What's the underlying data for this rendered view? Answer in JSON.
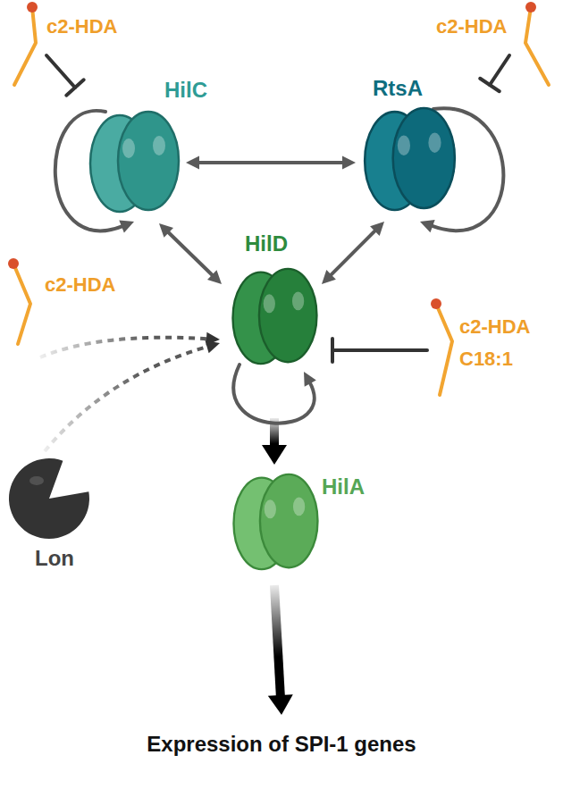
{
  "diagram": {
    "nodes": [
      {
        "text": [
          "c2-HDA"
        ]
      },
      {
        "text": [
          "HilC"
        ]
      },
      {
        "text": [
          "RtsA"
        ]
      },
      {
        "text": [
          "c2-HDA"
        ]
      },
      {
        "text": [
          "c2-HDA"
        ]
      },
      {
        "text": [
          "HilD"
        ]
      },
      {
        "text": [
          "c2-HDA",
          "C18:1"
        ]
      },
      {
        "text": [
          "Lon"
        ]
      },
      {
        "text": [
          "HilA"
        ]
      },
      {
        "text": [
          "Expression of SPI-1 genes"
        ]
      }
    ],
    "edges": [
      {
        "from": 0,
        "to": 1,
        "arrow": "to"
      },
      {
        "from": 3,
        "to": 2,
        "arrow": "to"
      },
      {
        "from": 1,
        "to": 2,
        "arrow": "both"
      },
      {
        "from": 1,
        "to": 5,
        "arrow": "both"
      },
      {
        "from": 2,
        "to": 5,
        "arrow": "both"
      },
      {
        "from": 4,
        "to": 5,
        "arrow": "to"
      },
      {
        "from": 7,
        "to": 5,
        "arrow": "to"
      },
      {
        "from": 6,
        "to": 5,
        "arrow": "to"
      },
      {
        "from": 5,
        "to": 8,
        "arrow": "to"
      },
      {
        "from": 8,
        "to": 9,
        "arrow": "to"
      },
      {
        "from": 1,
        "to": 1,
        "arrow": "to"
      },
      {
        "from": 2,
        "to": 2,
        "arrow": "to"
      },
      {
        "from": 5,
        "to": 5,
        "arrow": "to"
      }
    ]
  }
}
